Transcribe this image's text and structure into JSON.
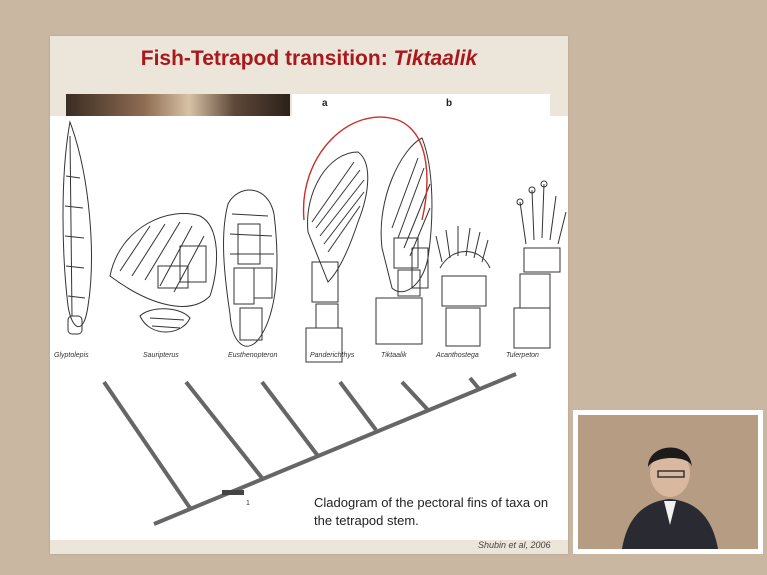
{
  "slide": {
    "title_main": "Fish-Tetrapod transition: ",
    "title_italic": "Tiktaalik",
    "panel_a_label": "a",
    "panel_b_label": "b",
    "taxa": [
      "Glyptolepis",
      "Sauripterus",
      "Eusthenopteron",
      "Panderichthys",
      "Tiktaalik",
      "Acanthostega",
      "Tulerpeton"
    ],
    "node_label": "1",
    "caption": "Cladogram of the pectoral fins of taxa on the tetrapod stem.",
    "citation": "Shubin et al, 2006"
  },
  "colors": {
    "title_red": "#a8181c",
    "highlight_loop": "#c83028"
  }
}
